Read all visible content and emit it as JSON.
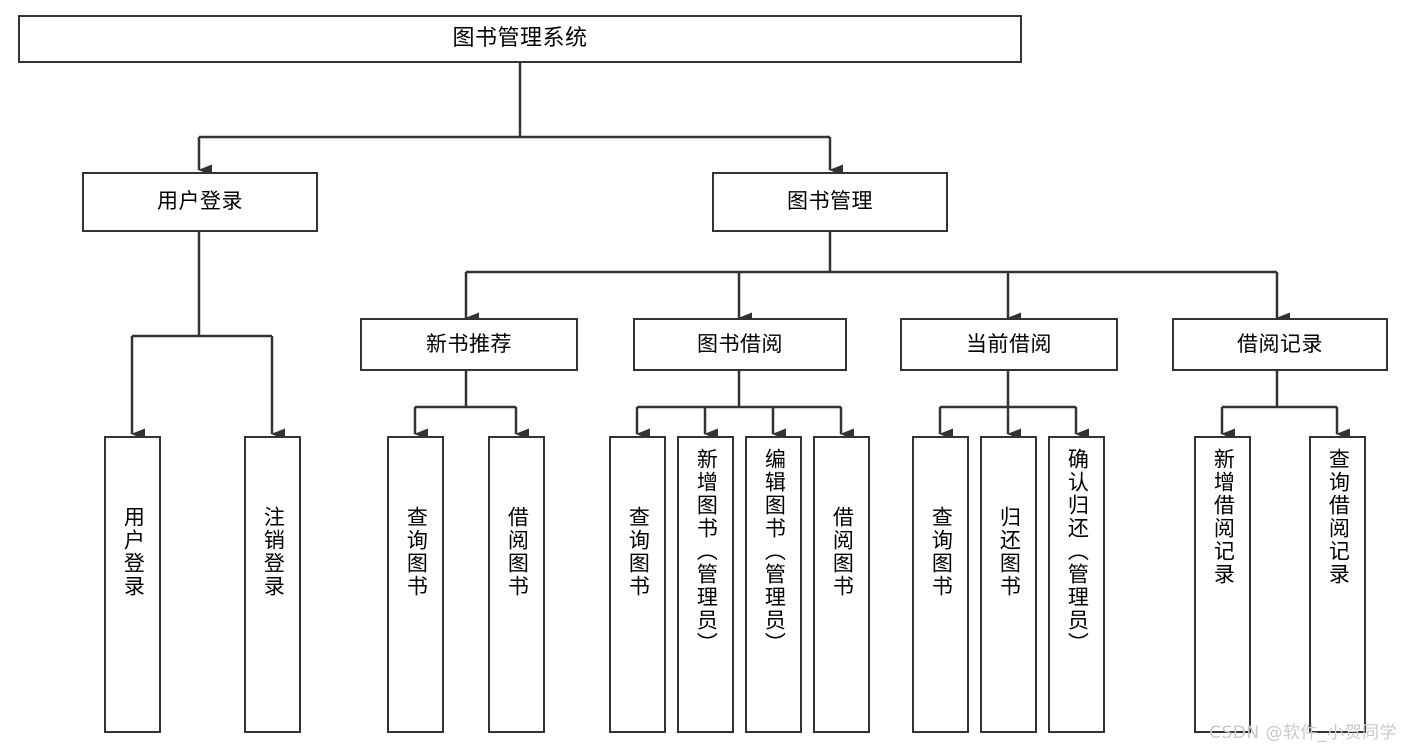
{
  "diagram": {
    "title": "图书管理系统",
    "root": {
      "label": "图书管理系统"
    },
    "level1": [
      {
        "label": "用户登录"
      },
      {
        "label": "图书管理"
      }
    ],
    "level2": [
      {
        "label": "新书推荐"
      },
      {
        "label": "图书借阅"
      },
      {
        "label": "当前借阅"
      },
      {
        "label": "借阅记录"
      }
    ],
    "leaves": {
      "user_login": [
        {
          "label": "用户登录"
        },
        {
          "label": "注销登录"
        }
      ],
      "new_book_recommend": [
        {
          "label": "查询图书"
        },
        {
          "label": "借阅图书"
        }
      ],
      "book_borrow": [
        {
          "label": "查询图书"
        },
        {
          "label": "新增图书（管理员）"
        },
        {
          "label": "编辑图书（管理员）"
        },
        {
          "label": "借阅图书"
        }
      ],
      "current_borrow": [
        {
          "label": "查询图书"
        },
        {
          "label": "归还图书"
        },
        {
          "label": "确认归还（管理员）"
        }
      ],
      "borrow_record": [
        {
          "label": "新增借阅记录"
        },
        {
          "label": "查询借阅记录"
        }
      ]
    }
  },
  "watermark": {
    "text": "CSDN @软件_小贺同学"
  },
  "colors": {
    "border": "#333333",
    "background": "#ffffff",
    "text": "#000000",
    "watermark": "#c9c9c9"
  }
}
